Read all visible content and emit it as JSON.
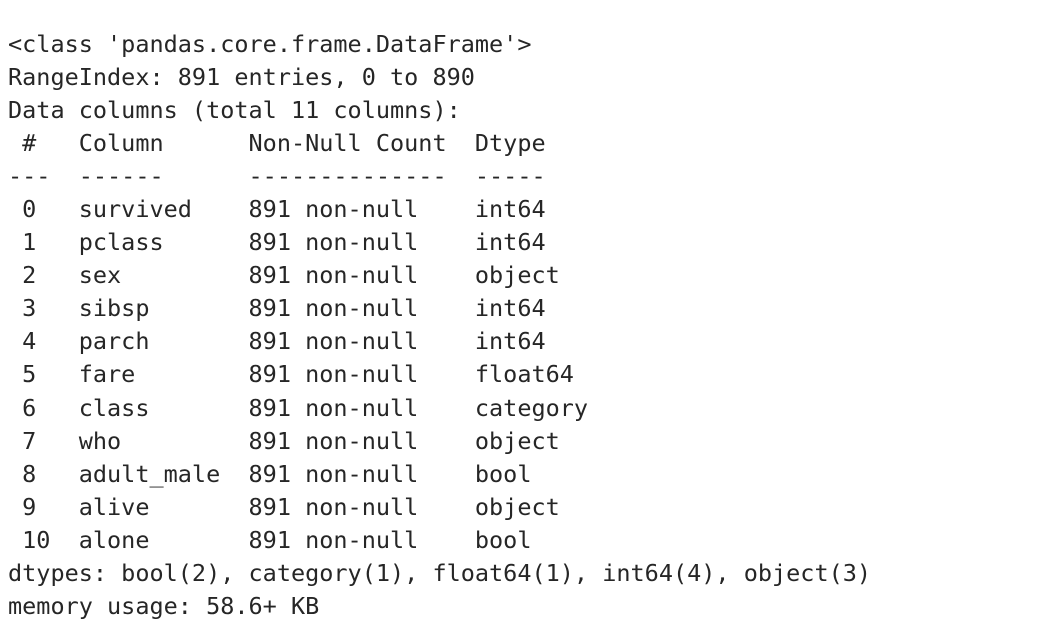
{
  "output": {
    "kind": "pandas-dataframe-info",
    "background_color": "#ffffff",
    "text_color": "#262626",
    "class_line": "<class 'pandas.core.frame.DataFrame'>",
    "index_line": "RangeIndex: 891 entries, 0 to 890",
    "columns_summary_line": "Data columns (total 11 columns):",
    "header_line": " #   Column      Non-Null Count  Dtype   ",
    "separator_line": "---  ------      --------------  -----   ",
    "headers": {
      "index": "#",
      "column": "Column",
      "non_null_count": "Non-Null Count",
      "dtype": "Dtype"
    },
    "separators": {
      "index": "---",
      "column": "------",
      "non_null_count": "--------------",
      "dtype": "-----"
    },
    "entries": 891,
    "index_start": 0,
    "index_end": 890,
    "total_columns": 11,
    "rows": [
      {
        "num": "0",
        "name": "survived",
        "non_null": "891 non-null",
        "dtype": "int64",
        "line": " 0   survived    891 non-null    int64   "
      },
      {
        "num": "1",
        "name": "pclass",
        "non_null": "891 non-null",
        "dtype": "int64",
        "line": " 1   pclass      891 non-null    int64   "
      },
      {
        "num": "2",
        "name": "sex",
        "non_null": "891 non-null",
        "dtype": "object",
        "line": " 2   sex         891 non-null    object  "
      },
      {
        "num": "3",
        "name": "sibsp",
        "non_null": "891 non-null",
        "dtype": "int64",
        "line": " 3   sibsp       891 non-null    int64   "
      },
      {
        "num": "4",
        "name": "parch",
        "non_null": "891 non-null",
        "dtype": "int64",
        "line": " 4   parch       891 non-null    int64   "
      },
      {
        "num": "5",
        "name": "fare",
        "non_null": "891 non-null",
        "dtype": "float64",
        "line": " 5   fare        891 non-null    float64 "
      },
      {
        "num": "6",
        "name": "class",
        "non_null": "891 non-null",
        "dtype": "category",
        "line": " 6   class       891 non-null    category"
      },
      {
        "num": "7",
        "name": "who",
        "non_null": "891 non-null",
        "dtype": "object",
        "line": " 7   who         891 non-null    object  "
      },
      {
        "num": "8",
        "name": "adult_male",
        "non_null": "891 non-null",
        "dtype": "bool",
        "line": " 8   adult_male  891 non-null    bool    "
      },
      {
        "num": "9",
        "name": "alive",
        "non_null": "891 non-null",
        "dtype": "object",
        "line": " 9   alive       891 non-null    object  "
      },
      {
        "num": "10",
        "name": "alone",
        "non_null": "891 non-null",
        "dtype": "bool",
        "line": " 10  alone       891 non-null    bool    "
      }
    ],
    "dtypes_line": "dtypes: bool(2), category(1), float64(1), int64(4), object(3)",
    "dtypes_counts": {
      "bool": 2,
      "category": 1,
      "float64": 1,
      "int64": 4,
      "object": 3
    },
    "memory_usage_line": "memory usage: 58.6+ KB",
    "memory_usage_value": "58.6+ KB"
  }
}
